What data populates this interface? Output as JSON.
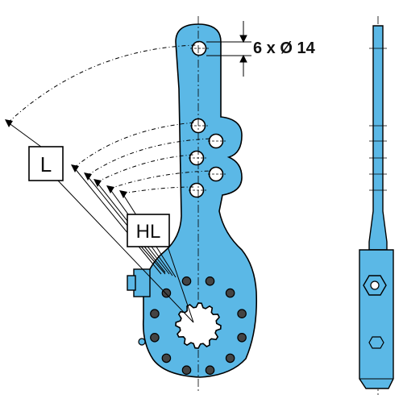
{
  "colors": {
    "part_fill": "#5bb8e6",
    "outline": "#000000",
    "hole_fill": "#ffffff",
    "label_box": "#ffffff"
  },
  "labels": {
    "dimension": "6 x Ø 14",
    "long_arm": "L",
    "hole_lengths": "HL"
  },
  "icons": {
    "hole": "mounting-hole-icon",
    "bolt": "rivet-icon",
    "spline": "splined-bore-icon",
    "adjuster_nut": "hex-nut-icon"
  }
}
